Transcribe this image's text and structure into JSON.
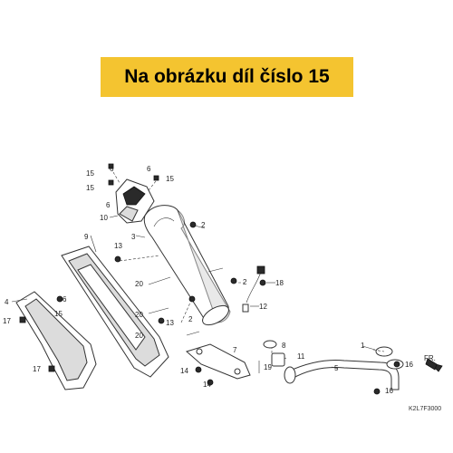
{
  "banner": {
    "text": "Na obrázku díl číslo 15",
    "color": "#f4c430"
  },
  "diagram": {
    "code": "K2L7F3000",
    "front_label": "FR."
  },
  "callouts": {
    "c1": "1",
    "c2a": "2",
    "c2b": "2",
    "c2c": "2",
    "c3": "3",
    "c4": "4",
    "c5": "5",
    "c6a": "6",
    "c6b": "6",
    "c6c": "6",
    "c6d": "6",
    "c7": "7",
    "c8": "8",
    "c9": "9",
    "c10": "10",
    "c11": "11",
    "c12": "12",
    "c13a": "13",
    "c13b": "13",
    "c14a": "14",
    "c14b": "14",
    "c15a": "15",
    "c15b": "15",
    "c15c": "15",
    "c15d": "15",
    "c16a": "16",
    "c16b": "16",
    "c17a": "17",
    "c17b": "17",
    "c18": "18",
    "c19": "19",
    "c20a": "20",
    "c20b": "20",
    "c20c": "20"
  }
}
